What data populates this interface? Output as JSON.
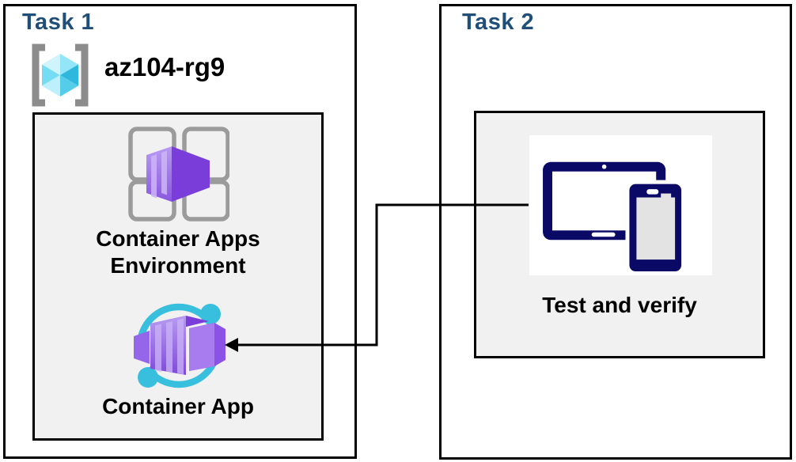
{
  "task1": {
    "title": "Task 1",
    "resource_group": {
      "name": "az104-rg9",
      "icon": "resource-group-icon"
    },
    "environment": {
      "label": "Container Apps Environment",
      "icon": "container-apps-environment-icon"
    },
    "app": {
      "label": "Container App",
      "icon": "container-app-icon"
    }
  },
  "task2": {
    "title": "Task 2",
    "verify": {
      "label": "Test and verify",
      "icon": "devices-tablet-phone-icon"
    }
  },
  "connector": {
    "from": "test-and-verify",
    "to": "container-app",
    "style": "elbow-line-with-left-arrowhead"
  },
  "colors": {
    "task_title": "#1F4E79",
    "box_border": "#000000",
    "inner_box_fill": "#F1F1F2",
    "label_text": "#000000",
    "connector_line": "#000000",
    "bracket_gray": "#8C8C8C",
    "pane_gray": "#9B9B9B",
    "cube_cyan_light": "#CFF4FC",
    "cube_cyan_dark": "#2FB8DD",
    "container_purple_dark": "#7B3DD9",
    "container_purple_light": "#B79BF2",
    "orbit_cyan": "#38BFDE",
    "device_navy": "#0A0A66",
    "device_screen_gray": "#E3E3E3"
  }
}
